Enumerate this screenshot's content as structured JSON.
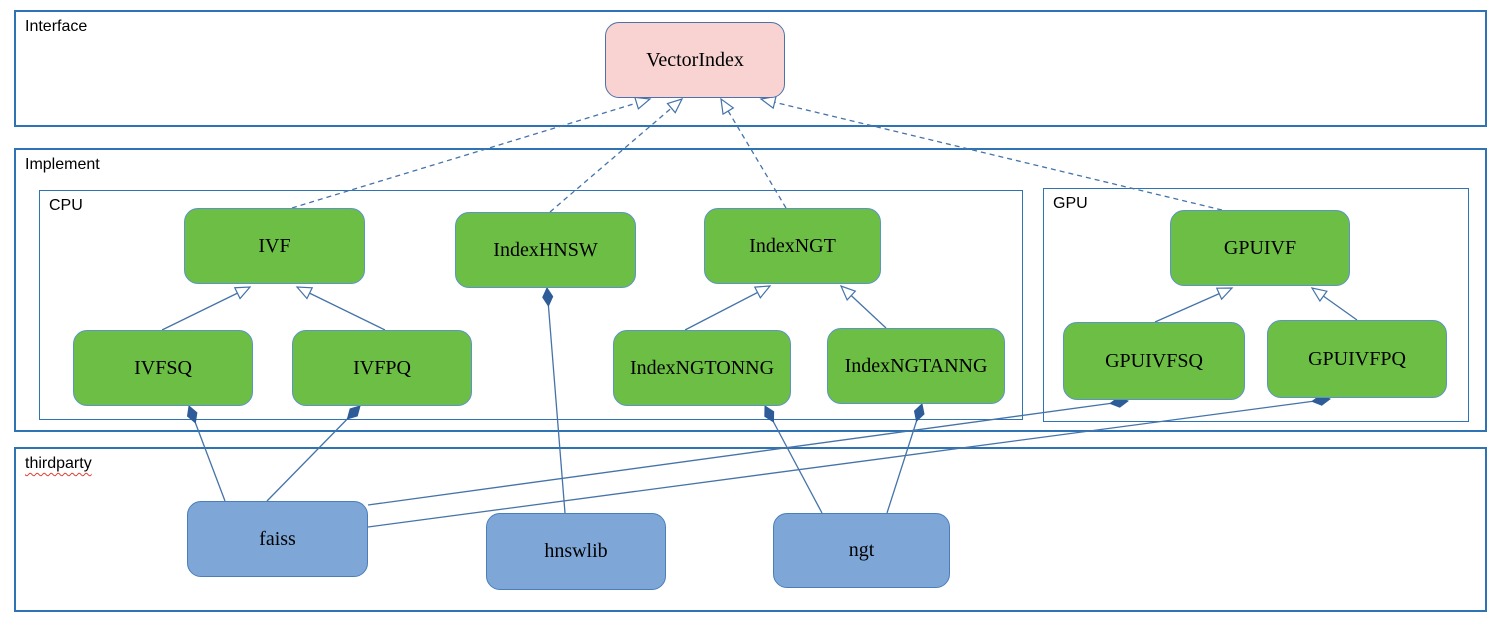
{
  "sections": {
    "interface": {
      "label": "Interface"
    },
    "implement": {
      "label": "Implement"
    },
    "cpu": {
      "label": "CPU"
    },
    "gpu": {
      "label": "GPU"
    },
    "thirdparty": {
      "label": "thirdparty"
    }
  },
  "nodes": {
    "vectorindex": {
      "label": "VectorIndex",
      "kind": "interface"
    },
    "ivf": {
      "label": "IVF",
      "kind": "cpu-implementation"
    },
    "indexhnsw": {
      "label": "IndexHNSW",
      "kind": "cpu-implementation"
    },
    "indexngt": {
      "label": "IndexNGT",
      "kind": "cpu-implementation"
    },
    "ivfsq": {
      "label": "IVFSQ",
      "kind": "cpu-implementation"
    },
    "ivfpq": {
      "label": "IVFPQ",
      "kind": "cpu-implementation"
    },
    "indexngtonng": {
      "label": "IndexNGTONNG",
      "kind": "cpu-implementation"
    },
    "indexngtanng": {
      "label": "IndexNGTANNG",
      "kind": "cpu-implementation"
    },
    "gpuivf": {
      "label": "GPUIVF",
      "kind": "gpu-implementation"
    },
    "gpuivfsq": {
      "label": "GPUIVFSQ",
      "kind": "gpu-implementation"
    },
    "gpuivfpq": {
      "label": "GPUIVFPQ",
      "kind": "gpu-implementation"
    },
    "faiss": {
      "label": "faiss",
      "kind": "thirdparty-library"
    },
    "hnswlib": {
      "label": "hnswlib",
      "kind": "thirdparty-library"
    },
    "ngt": {
      "label": "ngt",
      "kind": "thirdparty-library"
    }
  },
  "edges": [
    {
      "from": "IVF",
      "to": "VectorIndex",
      "type": "realization-dashed-hollow-arrow"
    },
    {
      "from": "IndexHNSW",
      "to": "VectorIndex",
      "type": "realization-dashed-hollow-arrow"
    },
    {
      "from": "IndexNGT",
      "to": "VectorIndex",
      "type": "realization-dashed-hollow-arrow"
    },
    {
      "from": "GPUIVF",
      "to": "VectorIndex",
      "type": "realization-dashed-hollow-arrow"
    },
    {
      "from": "IVFSQ",
      "to": "IVF",
      "type": "inheritance-hollow-arrow"
    },
    {
      "from": "IVFPQ",
      "to": "IVF",
      "type": "inheritance-hollow-arrow"
    },
    {
      "from": "IndexNGTONNG",
      "to": "IndexNGT",
      "type": "inheritance-hollow-arrow"
    },
    {
      "from": "IndexNGTANNG",
      "to": "IndexNGT",
      "type": "inheritance-hollow-arrow"
    },
    {
      "from": "GPUIVFSQ",
      "to": "GPUIVF",
      "type": "inheritance-hollow-arrow"
    },
    {
      "from": "GPUIVFPQ",
      "to": "GPUIVF",
      "type": "inheritance-hollow-arrow"
    },
    {
      "from": "IndexHNSW",
      "to": "hnswlib",
      "type": "composition-filled-diamond"
    },
    {
      "from": "IVFSQ",
      "to": "faiss",
      "type": "composition-filled-diamond"
    },
    {
      "from": "IVFPQ",
      "to": "faiss",
      "type": "composition-filled-diamond"
    },
    {
      "from": "IndexNGTONNG",
      "to": "ngt",
      "type": "composition-filled-diamond"
    },
    {
      "from": "IndexNGTANNG",
      "to": "ngt",
      "type": "composition-filled-diamond"
    },
    {
      "from": "GPUIVFSQ",
      "to": "faiss",
      "type": "composition-filled-diamond"
    },
    {
      "from": "GPUIVFPQ",
      "to": "faiss",
      "type": "composition-filled-diamond"
    }
  ],
  "colors": {
    "frame_border": "#2e74b5",
    "connector": "#4573a9",
    "diamond_fill": "#2e5c99",
    "interface_node_fill": "#f8d3d2",
    "implementation_node_fill": "#6cbe45",
    "thirdparty_node_fill": "#7ea7d8",
    "spellcheck_underline": "#e03c31",
    "text": "#000000"
  }
}
